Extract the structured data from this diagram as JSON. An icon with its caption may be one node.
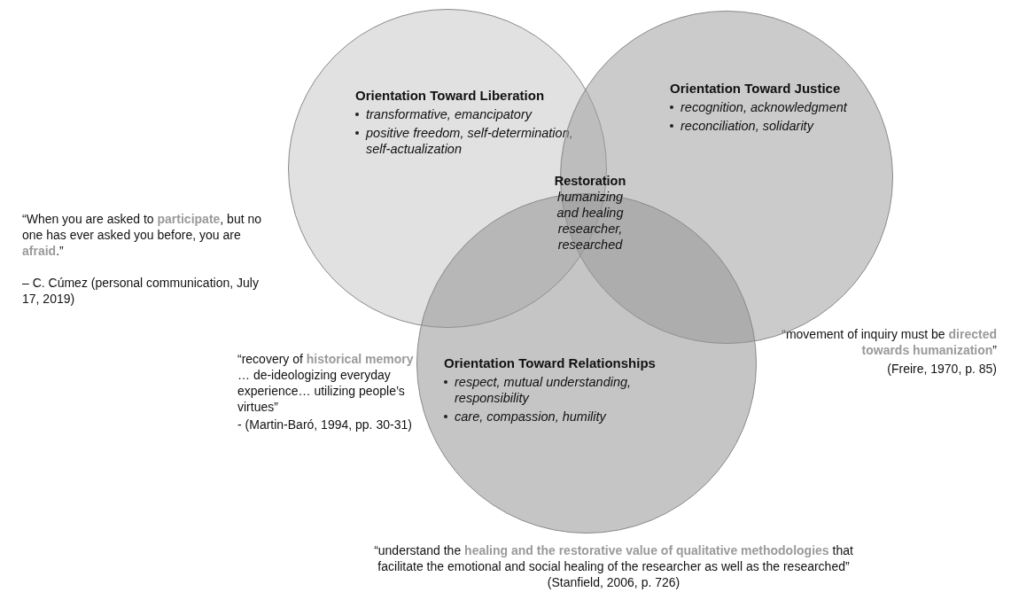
{
  "diagram": {
    "nodes": [
      {
        "text": [
          "Orientation Toward Liberation",
          "transformative, emancipatory",
          "positive freedom, self-determination, self-actualization"
        ]
      },
      {
        "text": [
          "Orientation Toward Justice",
          "recognition, acknowledgment",
          "reconciliation, solidarity"
        ]
      },
      {
        "text": [
          "Orientation Toward Relationships",
          "respect, mutual understanding, responsibility",
          "care, compassion, humility"
        ]
      },
      {
        "text": [
          "Restoration",
          "humanizing and healing researcher, researched"
        ]
      }
    ],
    "labels": [
      "“When you are asked to **participate**, but no one has ever asked you before, you are **afraid**.”",
      "– C. Cúmez (personal communication, July 17, 2019)",
      "“movement of inquiry must be **directed towards humanization**”",
      "(Freire, 1970, p. 85)",
      "“recovery of **historical memory** … de-ideologizing everyday experience… utilizing people’s virtues”",
      "- (Martin-Baró, 1994, pp. 30-31)",
      "“understand the **healing and the restorative value of qualitative methodologies** that facilitate the emotional and social healing of the researcher as well as the researched” (Stanfield, 2006, p. 726)"
    ]
  }
}
